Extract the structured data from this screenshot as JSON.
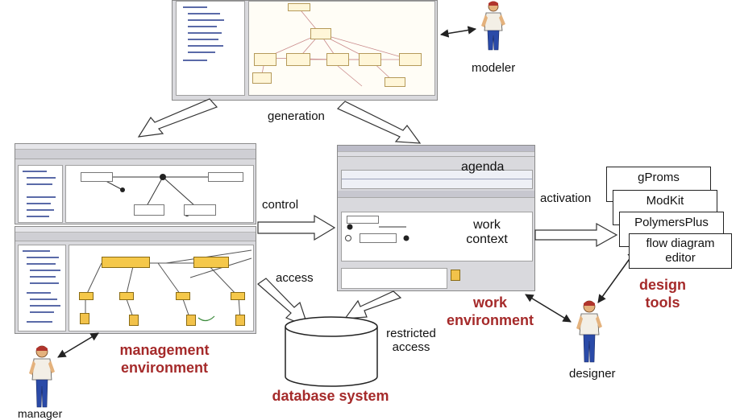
{
  "labels": {
    "generation": "generation",
    "modeler": "modeler",
    "agenda": "agenda",
    "control": "control",
    "activation": "activation",
    "work_context_line1": "work",
    "work_context_line2": "context",
    "access": "access",
    "restricted_access_line1": "restricted",
    "restricted_access_line2": "access",
    "designer": "designer",
    "manager": "manager"
  },
  "environments": {
    "management_line1": "management",
    "management_line2": "environment",
    "work_line1": "work",
    "work_line2": "environment",
    "design_tools_line1": "design",
    "design_tools_line2": "tools",
    "database_system": "database system"
  },
  "tools": [
    "gProms",
    "ModKit",
    "PolymersPlus"
  ],
  "flow_tool_line1": "flow diagram",
  "flow_tool_line2": "editor",
  "colors": {
    "accent_red": "#a52a2a",
    "arrow_stroke": "#333333",
    "screenshot_gray": "#d9d9dd"
  },
  "icons": [
    "person-icon",
    "database-cylinder-icon",
    "double-headed-arrow-icon",
    "hollow-arrow-icon"
  ]
}
